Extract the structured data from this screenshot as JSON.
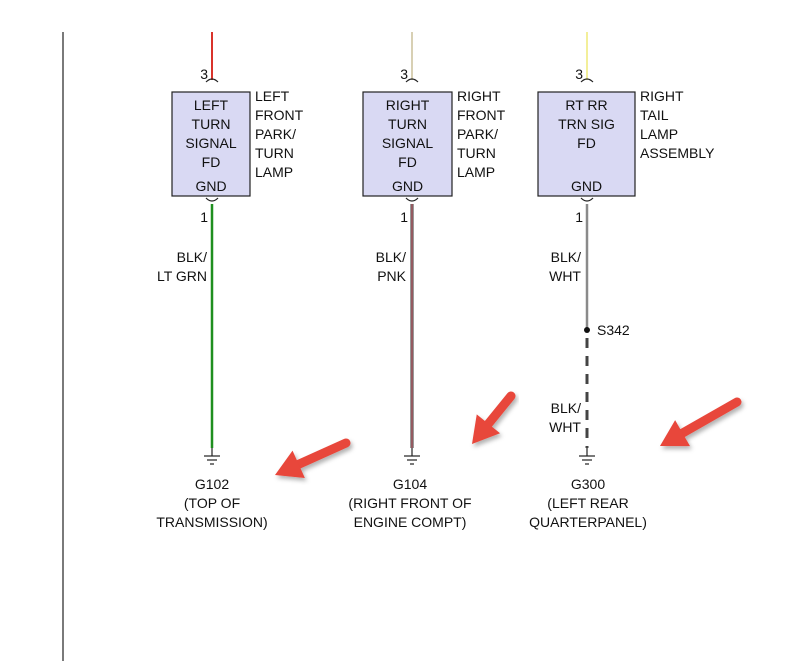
{
  "components": [
    {
      "id": "left",
      "box_lines": [
        "LEFT",
        "TURN",
        "SIGNAL",
        "FD"
      ],
      "gnd_label": "GND",
      "top_pin": "3",
      "bottom_pin": "1",
      "side_label_lines": [
        "LEFT",
        "FRONT",
        "PARK/",
        "TURN",
        "LAMP"
      ],
      "wire_label_lines": [
        "BLK/",
        "LT GRN"
      ],
      "top_wire_color": "#d9332b",
      "wire_color": "#1f8f1f",
      "ground_label_lines": [
        "G102",
        "(TOP OF",
        "TRANSMISSION)"
      ]
    },
    {
      "id": "middle",
      "box_lines": [
        "RIGHT",
        "TURN",
        "SIGNAL",
        "FD"
      ],
      "gnd_label": "GND",
      "top_pin": "3",
      "bottom_pin": "1",
      "side_label_lines": [
        "RIGHT",
        "FRONT",
        "PARK/",
        "TURN",
        "LAMP"
      ],
      "wire_label_lines": [
        "BLK/",
        "PNK"
      ],
      "top_wire_color": "#d8d0b4",
      "wire_color": "#c9707a",
      "ground_label_lines": [
        "G104",
        "(RIGHT FRONT OF",
        "ENGINE COMPT)"
      ]
    },
    {
      "id": "right",
      "box_lines": [
        "RT RR",
        "TRN SIG",
        "FD"
      ],
      "gnd_label": "GND",
      "top_pin": "3",
      "bottom_pin": "1",
      "side_label_lines": [
        "RIGHT",
        "TAIL",
        "LAMP",
        "ASSEMBLY"
      ],
      "wire_label_lines": [
        "BLK/",
        "WHT"
      ],
      "lower_wire_label_lines": [
        "BLK/",
        "WHT"
      ],
      "splice_label": "S342",
      "top_wire_color": "#f3ef9a",
      "wire_color": "#8a8a8a",
      "ground_label_lines": [
        "G300",
        "(LEFT REAR",
        "QUARTERPANEL)"
      ]
    }
  ],
  "colors": {
    "box_fill": "#d9d9f3",
    "arrow": "#e8463a",
    "line": "#222222"
  }
}
